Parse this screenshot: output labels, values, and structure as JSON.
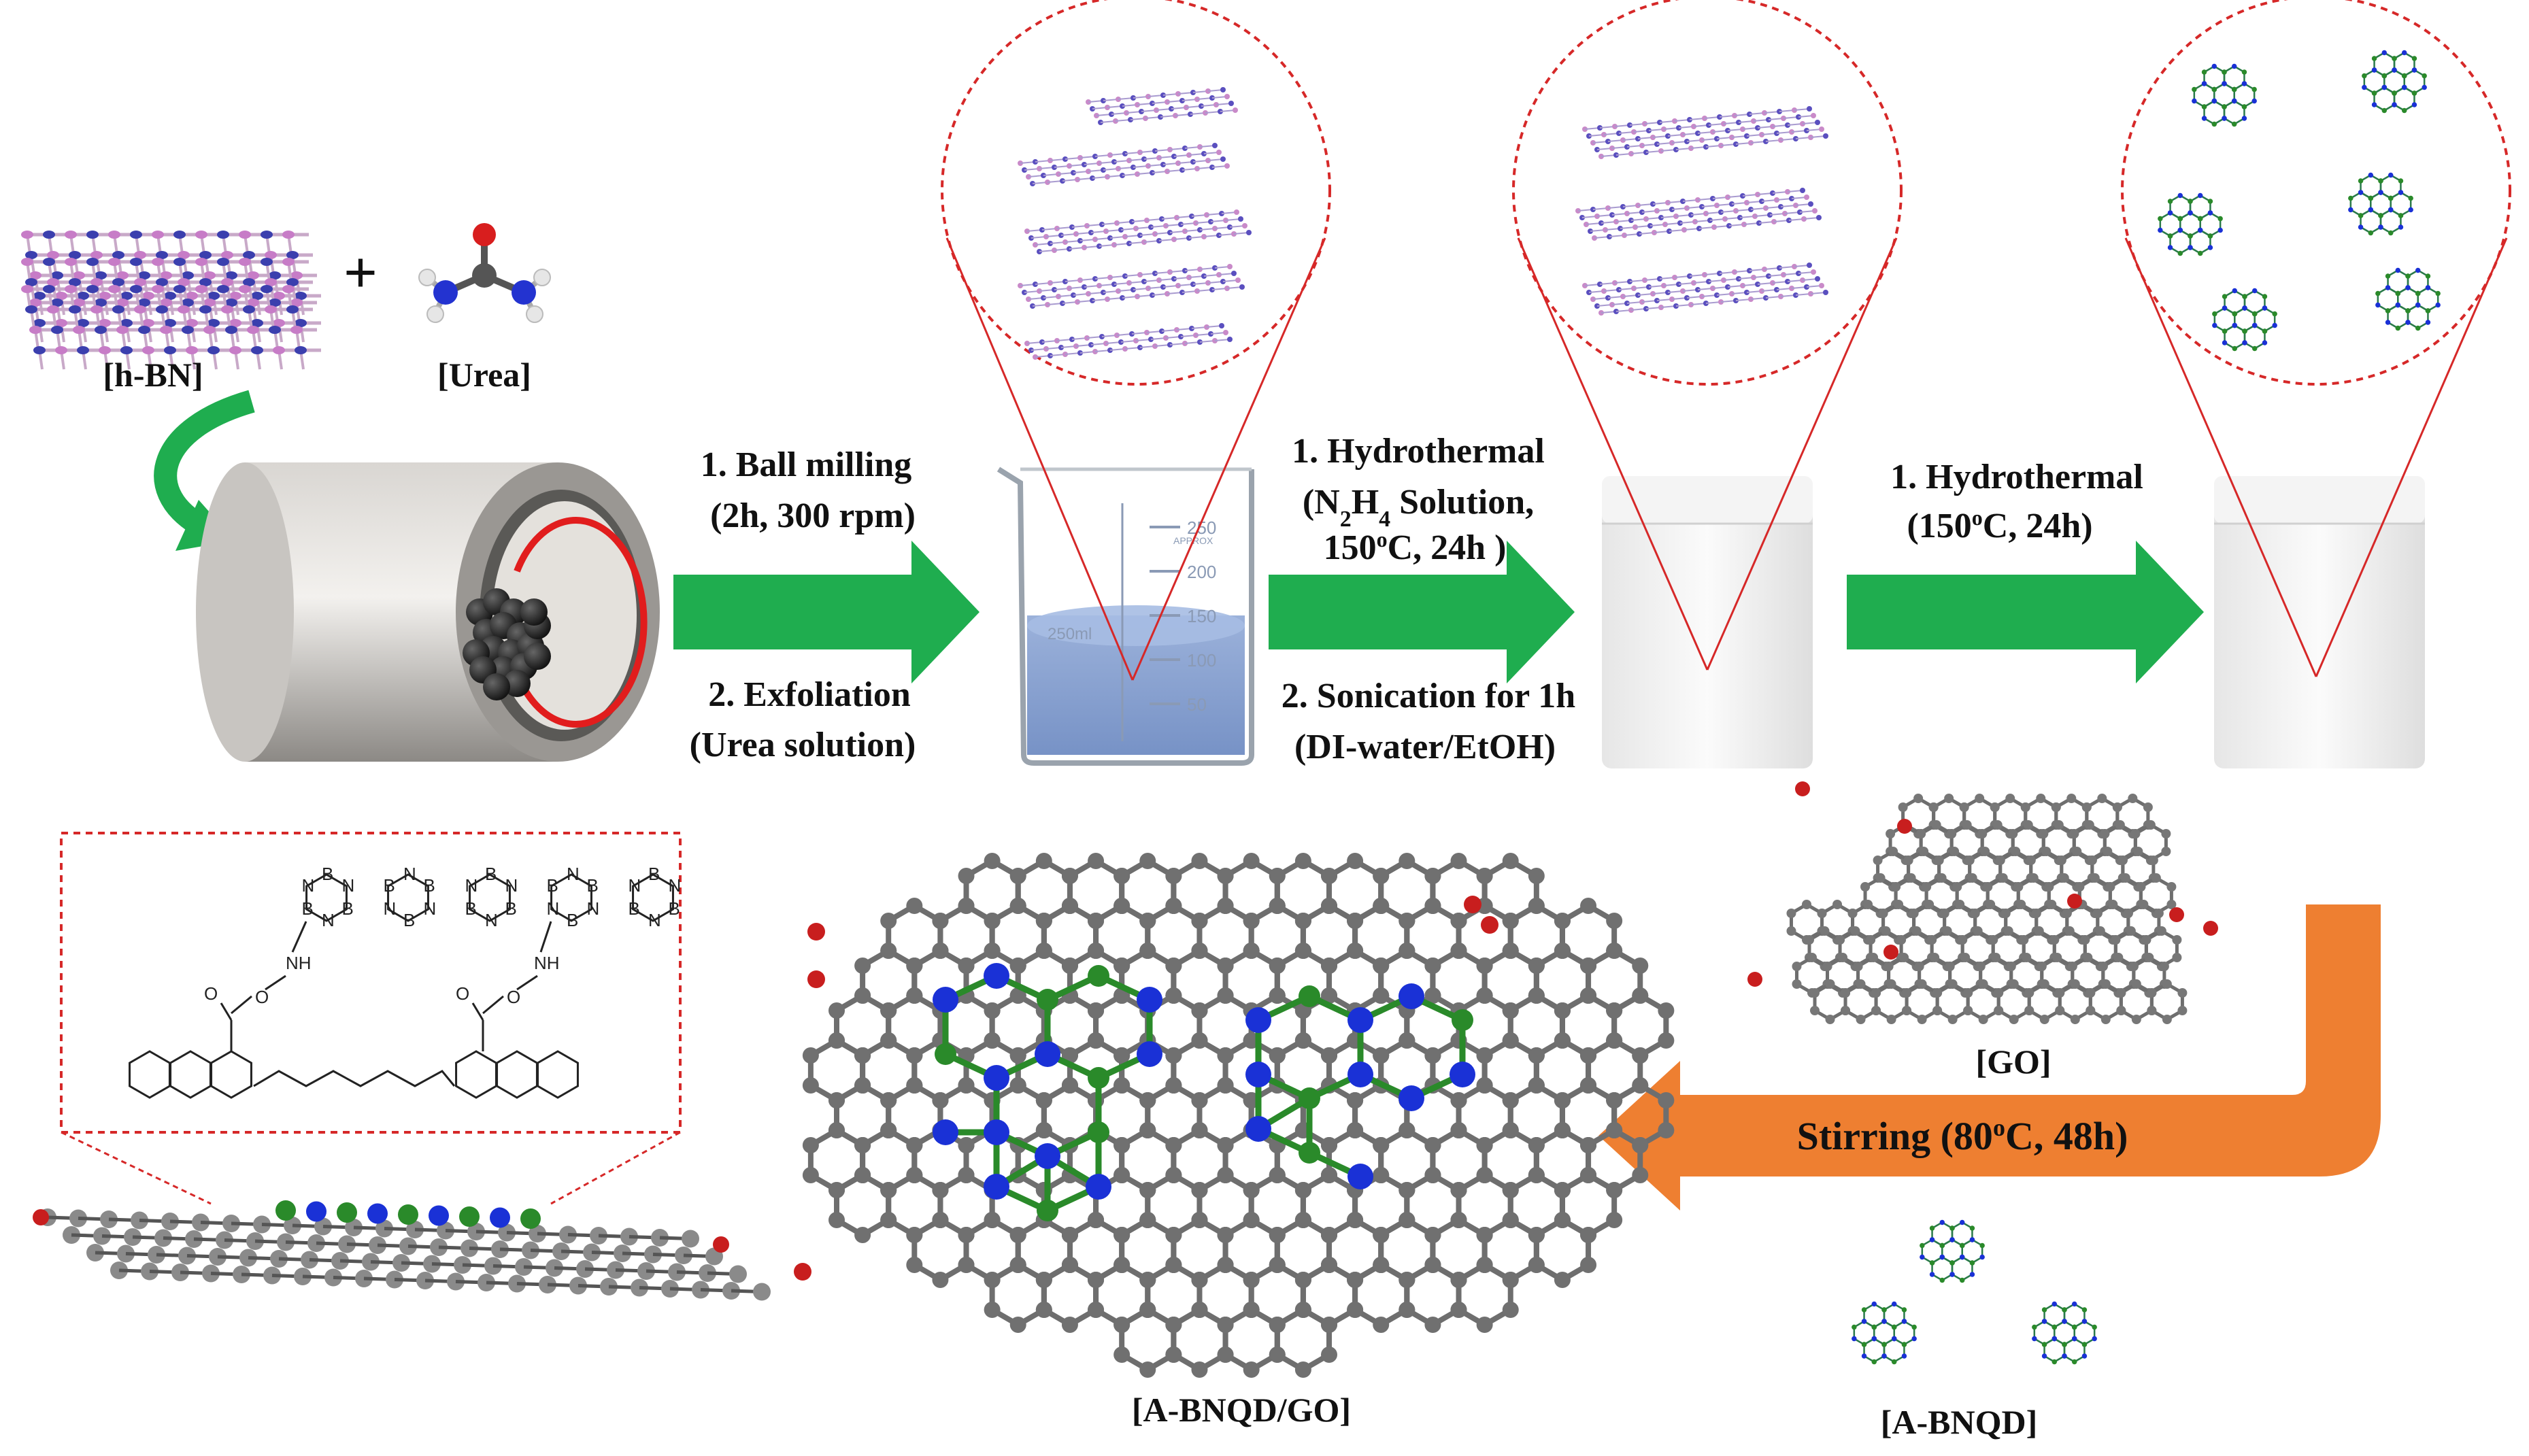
{
  "colors": {
    "green_arrow": "#1fad4f",
    "orange_arrow": "#ee7f31",
    "dashed_red": "#d62828",
    "carbon": "#6e6e6e",
    "boron": "#1a31d6",
    "nitrogen": "#2a8a2a",
    "oxygen": "#c81e1e",
    "water": "#7f9ccf"
  },
  "labels": {
    "hbn": "[h-BN]",
    "plus": "+",
    "urea": "[Urea]",
    "go": "[GO]",
    "a_bnqd": "[A-BNQD]",
    "a_bnqd_go": "[A-BNQD/GO]"
  },
  "steps": {
    "ball_mill_1a": "1. Ball milling",
    "ball_mill_1b": "(2h, 300 rpm)",
    "ball_mill_2a": "2. Exfoliation",
    "ball_mill_2b": "(Urea solution)",
    "hydro1_1a": "1. Hydrothermal",
    "hydro1_n": "(N",
    "hydro1_h": "H",
    "hydro1_sub2": "2",
    "hydro1_sub4": "4",
    "hydro1_sol": " Solution,",
    "hydro1_temp": "150",
    "hydro1_deg": "o",
    "hydro1_rest": "C, 24h )",
    "hydro1_2a": "2. Sonication for 1h",
    "hydro1_2b": "(DI-water/EtOH)",
    "hydro2_1a": "1. Hydrothermal",
    "hydro2_paren": "(150",
    "hydro2_deg": "o",
    "hydro2_rest": "C, 24h)",
    "stir_a": "Stirring (80",
    "stir_deg": "o",
    "stir_b": "C, 48h)"
  },
  "beaker": {
    "volume_label": "250ml",
    "approx": "APPROX",
    "ticks": [
      "250",
      "200",
      "150",
      "100",
      "50"
    ]
  },
  "structure": {
    "ring_atoms": [
      "N",
      "B",
      "N",
      "B",
      "N",
      "B",
      "N",
      "B",
      "N",
      "B",
      "N",
      "B"
    ],
    "nh_left": "NH",
    "nh_right": "NH",
    "o_left": "O",
    "o_right": "O"
  }
}
